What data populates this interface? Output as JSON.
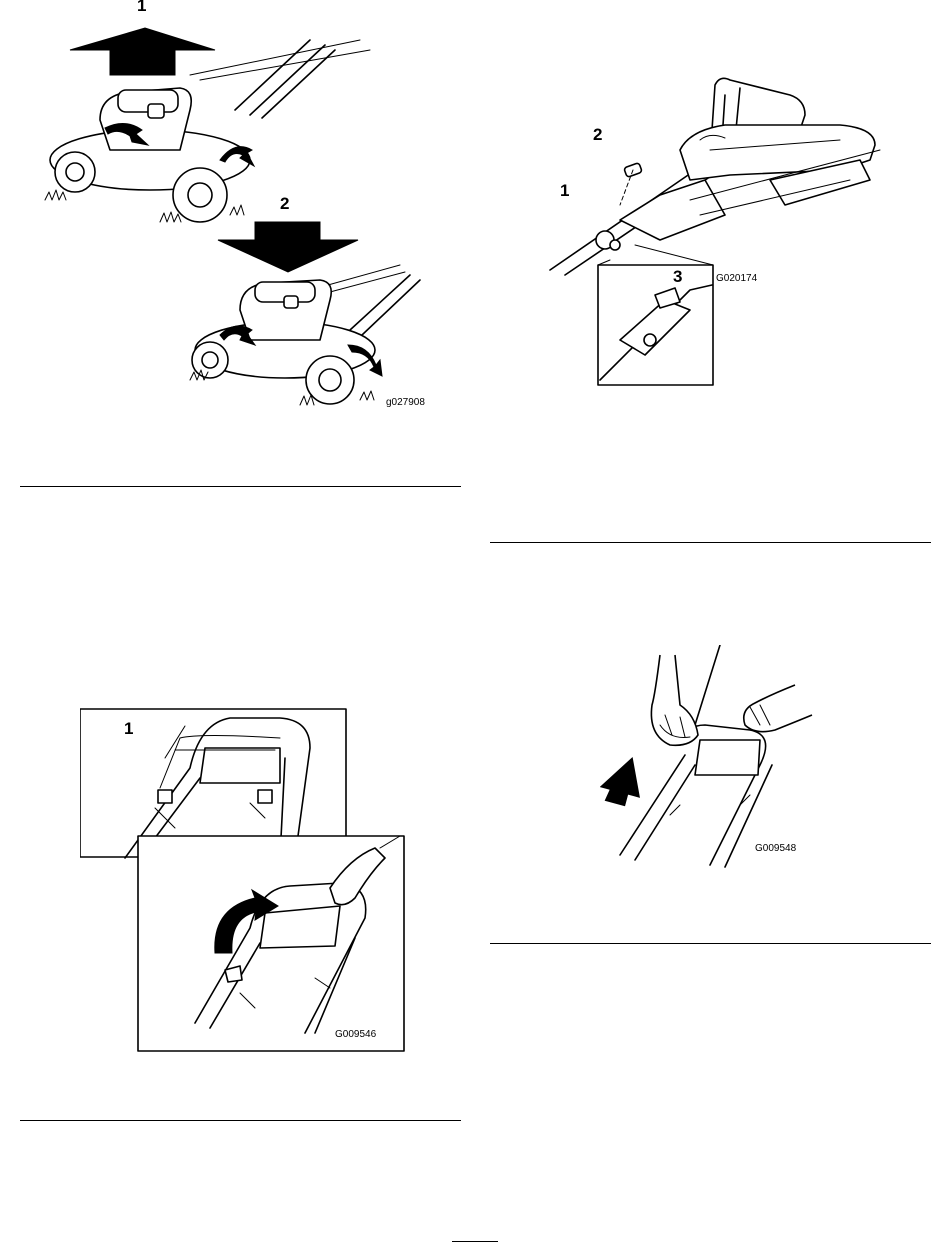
{
  "figures": [
    {
      "id": "g027908",
      "callouts": [
        "1",
        "2"
      ],
      "arrow_icons": [
        "arrow-up-icon",
        "arrow-down-icon",
        "curved-arrow-icon"
      ]
    },
    {
      "id": "G020174",
      "callouts": [
        "1",
        "2",
        "3"
      ]
    },
    {
      "id": "G009546",
      "callouts": [
        "1"
      ],
      "arrow_icons": [
        "curved-arrow-icon"
      ]
    },
    {
      "id": "G009548",
      "arrow_icons": [
        "arrow-up-icon"
      ]
    }
  ],
  "colors": {
    "ink": "#000000",
    "paper": "#ffffff"
  }
}
